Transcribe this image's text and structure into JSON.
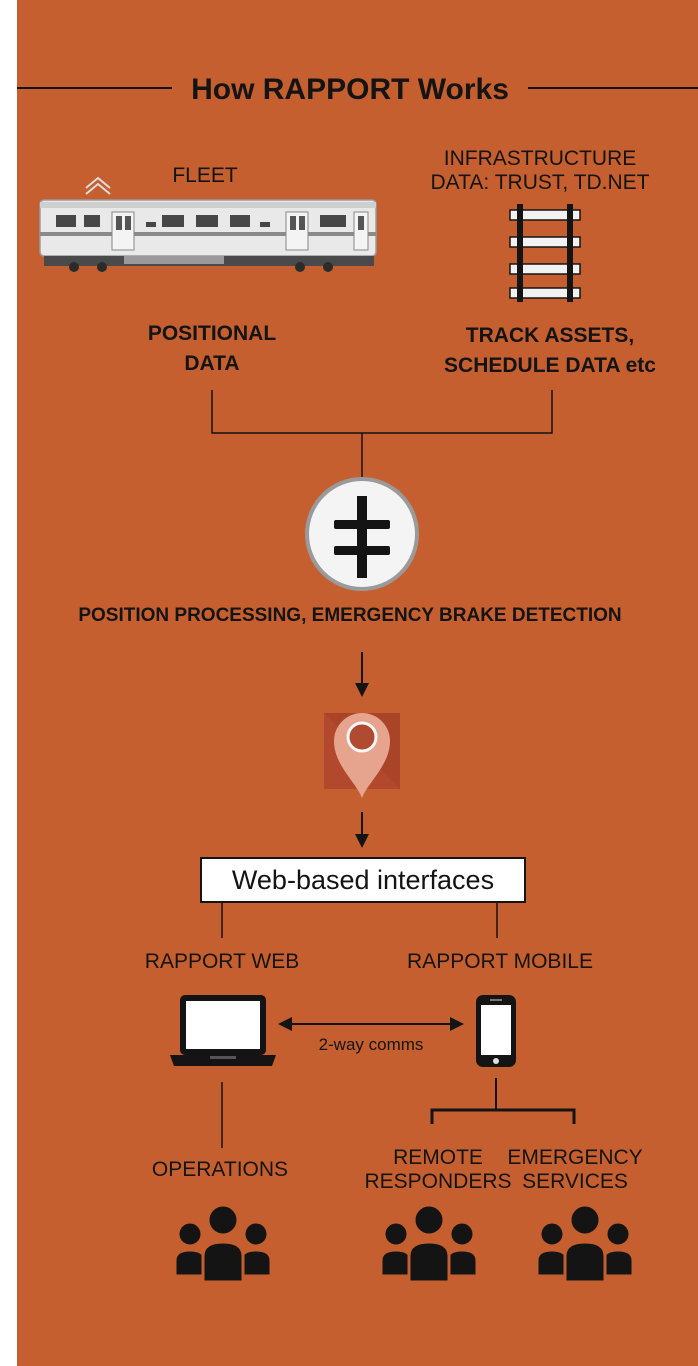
{
  "title": "How RAPPORT Works",
  "sources": {
    "fleet": {
      "label": "FLEET",
      "data": "POSITIONAL\nDATA"
    },
    "infrastructure": {
      "label": "INFRASTRUCTURE\nDATA: TRUST, TD.NET",
      "data": "TRACK ASSETS,\nSCHEDULE DATA etc"
    }
  },
  "processing": {
    "label": "POSITION PROCESSING, EMERGENCY BRAKE DETECTION"
  },
  "interfaces": {
    "label": "Web-based interfaces"
  },
  "web": {
    "label": "RAPPORT WEB"
  },
  "mobile": {
    "label": "RAPPORT MOBILE"
  },
  "comms": {
    "label": "2-way comms"
  },
  "users": {
    "operations": "OPERATIONS",
    "remote_responders": "REMOTE\nRESPONDERS",
    "emergency_services": "EMERGENCY\nSERVICES"
  },
  "colors": {
    "background": "#c55f2f",
    "ink": "#141414",
    "pin": "#e6a48e",
    "pin_dot": "#b04a30"
  },
  "icons": [
    "train-icon",
    "track-icon",
    "processing-icon",
    "location-pin-icon",
    "laptop-icon",
    "phone-icon",
    "people-icon"
  ]
}
